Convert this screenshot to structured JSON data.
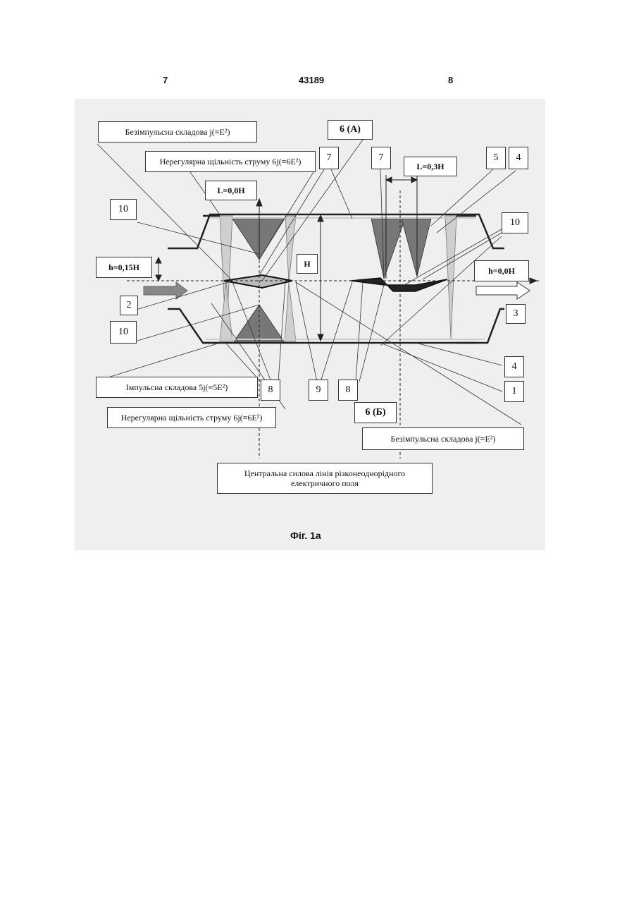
{
  "header": {
    "left_page": "7",
    "doc_number": "43189",
    "right_page": "8"
  },
  "labels": {
    "bez_top": "Безімпульсна складова j(≡E²)",
    "nereg_top": "Нерегулярна щільність струму  6j(≡6E²)",
    "imp_bottom": "Імпульсна складова 5j(≡5E²)",
    "nereg_bottom": "Нерегулярна щільність струму  6j(≡6E²)",
    "bez_bottom": "Безімпульсна складова j(≡E²)",
    "central_line": "Центральна силова лінія різконеоднорідного електричного поля",
    "L0": "L=0,0H",
    "L03": "L=0,3H",
    "h015": "h=0,15H",
    "h00": "h=0,0H",
    "H": "H",
    "n6A": "6 (A)",
    "n6B": "6 (Б)",
    "n10a": "10",
    "n10b": "10",
    "n10c": "10",
    "n7a": "7",
    "n7b": "7",
    "n5": "5",
    "n4a": "4",
    "n4b": "4",
    "n2": "2",
    "n3": "3",
    "n1": "1",
    "n8a": "8",
    "n9": "9",
    "n8b": "8"
  },
  "caption": "Фіг. 1а"
}
